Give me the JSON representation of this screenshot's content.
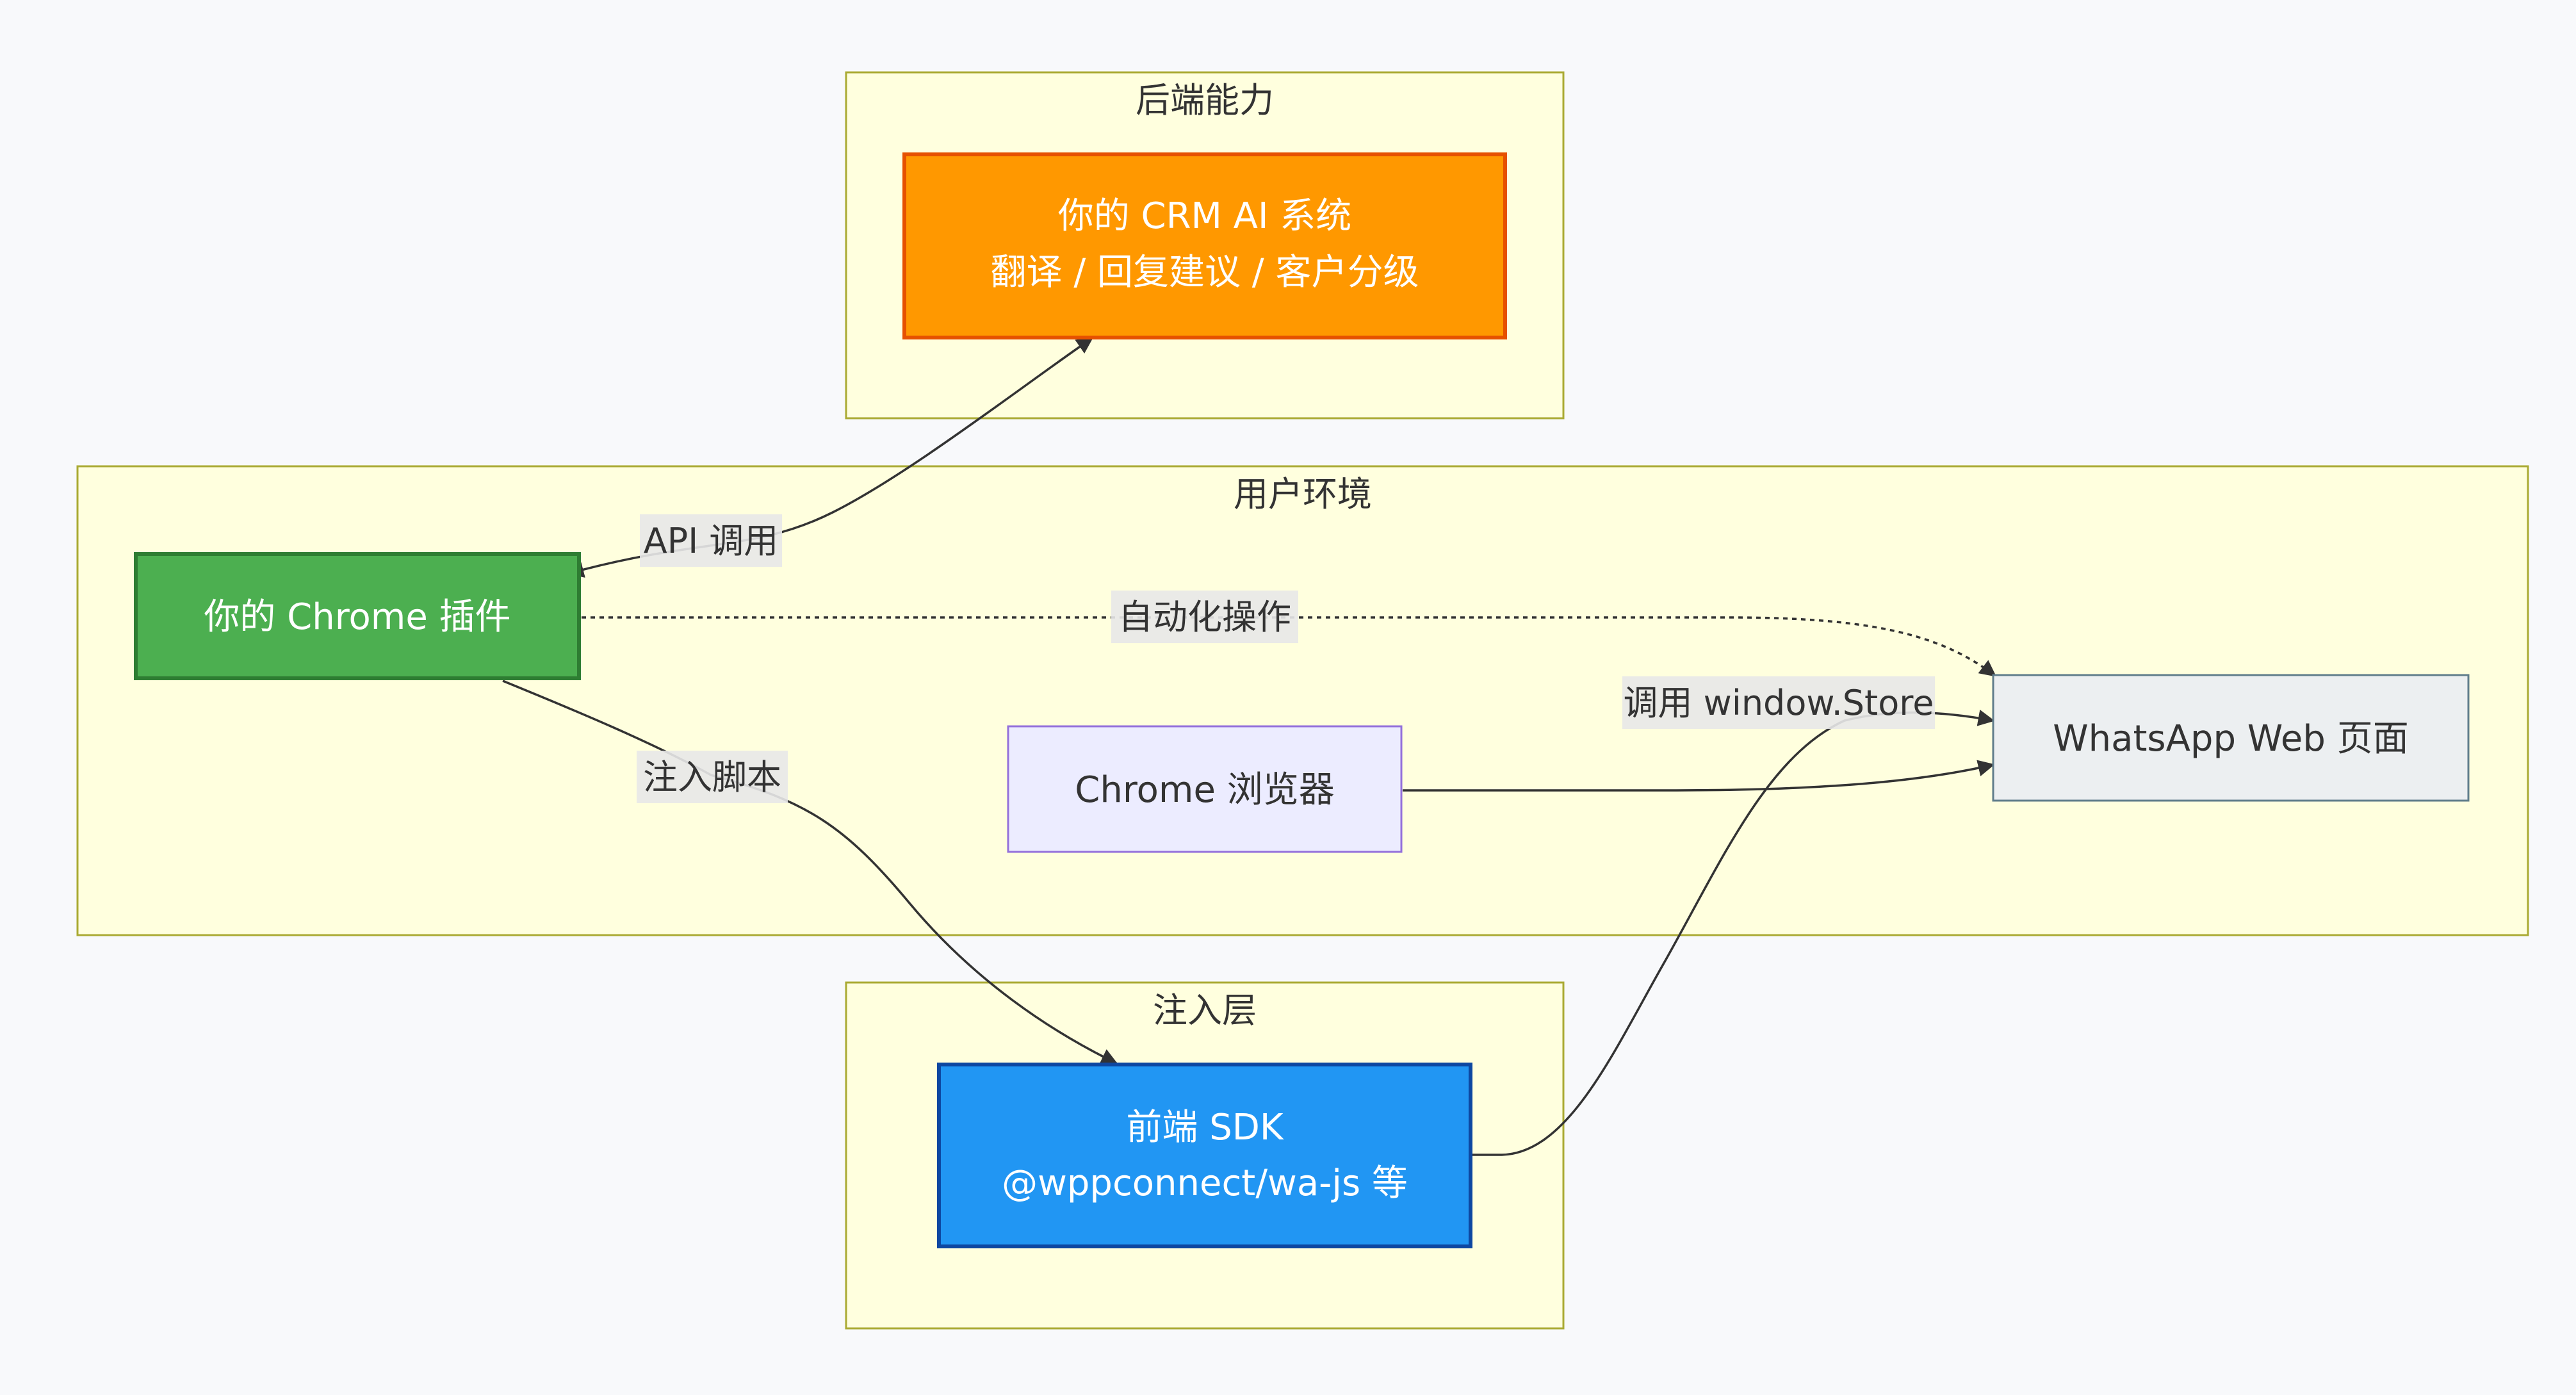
{
  "groups": {
    "backend": {
      "title": "后端能力"
    },
    "user_env": {
      "title": "用户环境"
    },
    "injection": {
      "title": "注入层"
    }
  },
  "nodes": {
    "crm_ai": {
      "line1": "你的 CRM AI 系统",
      "line2": "翻译 / 回复建议 / 客户分级",
      "fill": "#ff9800",
      "stroke": "#e65100",
      "text_color": "#ffffff"
    },
    "chrome_plugin": {
      "label": "你的 Chrome 插件",
      "fill": "#4caf50",
      "stroke": "#2e7d32",
      "text_color": "#ffffff"
    },
    "chrome_browser": {
      "label": "Chrome 浏览器",
      "fill": "#ececff",
      "stroke": "#9370db",
      "text_color": "#333333"
    },
    "whatsapp_web": {
      "label": "WhatsApp Web 页面",
      "fill": "#eceff1",
      "stroke": "#607d8b",
      "text_color": "#333333"
    },
    "frontend_sdk": {
      "line1": "前端 SDK",
      "line2": "@wppconnect/wa-js 等",
      "fill": "#2196f3",
      "stroke": "#0d47a1",
      "text_color": "#ffffff"
    }
  },
  "edges": {
    "api_call": {
      "label": "API 调用"
    },
    "automation": {
      "label": "自动化操作"
    },
    "inject_script": {
      "label": "注入脚本"
    },
    "call_store": {
      "label": "调用 window.Store"
    }
  }
}
